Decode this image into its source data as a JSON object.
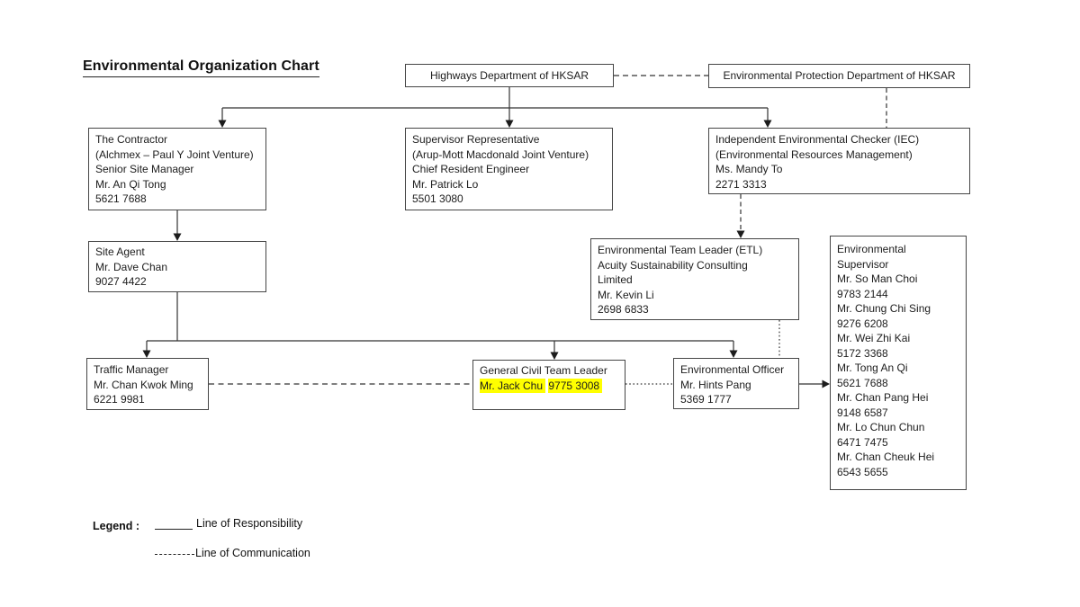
{
  "title": "Environmental Organization Chart",
  "nodes": {
    "highways": {
      "label": "Highways Department of HKSAR"
    },
    "epd": {
      "label": "Environmental Protection Department of HKSAR"
    },
    "contractor": {
      "lines": [
        "The Contractor",
        "(Alchmex – Paul Y Joint Venture)",
        "Senior Site Manager",
        "Mr. An Qi Tong",
        "5621 7688"
      ]
    },
    "supervisor_rep": {
      "lines": [
        "Supervisor Representative",
        "(Arup-Mott Macdonald Joint Venture)",
        "Chief Resident Engineer",
        "Mr. Patrick Lo",
        "5501 3080"
      ]
    },
    "iec": {
      "lines": [
        "Independent Environmental Checker (IEC)",
        "(Environmental Resources Management)",
        "Ms. Mandy To",
        "2271 3313"
      ]
    },
    "site_agent": {
      "lines": [
        "Site Agent",
        "Mr. Dave Chan",
        "9027 4422"
      ]
    },
    "etl": {
      "lines": [
        "Environmental Team Leader (ETL)",
        "Acuity Sustainability Consulting",
        "Limited",
        "Mr. Kevin Li",
        "2698 6833"
      ]
    },
    "env_supervisor": {
      "lines": [
        "Environmental",
        "Supervisor",
        "Mr. So Man Choi",
        "9783 2144",
        "Mr. Chung Chi Sing",
        "9276 6208",
        "Mr. Wei Zhi Kai",
        "5172 3368",
        "Mr. Tong An Qi",
        "5621 7688",
        "Mr. Chan Pang Hei",
        "9148 6587",
        "Mr. Lo Chun Chun",
        "6471 7475",
        "Mr. Chan Cheuk Hei",
        "6543 5655"
      ]
    },
    "traffic_manager": {
      "lines": [
        "Traffic Manager",
        "Mr. Chan Kwok Ming",
        "6221 9981"
      ]
    },
    "general_civil_team_leader": {
      "title": "General Civil Team Leader",
      "name": "Mr. Jack Chu",
      "phone": "9775 3008"
    },
    "env_officer": {
      "lines": [
        "Environmental Officer",
        "Mr. Hints Pang",
        "5369 1777"
      ]
    }
  },
  "legend": {
    "label": "Legend :",
    "responsibility": "Line of Responsibility",
    "communication": "Line of Communication"
  },
  "colors": {
    "highlight": "#ffff00",
    "border": "#454545",
    "line": "#333333"
  }
}
